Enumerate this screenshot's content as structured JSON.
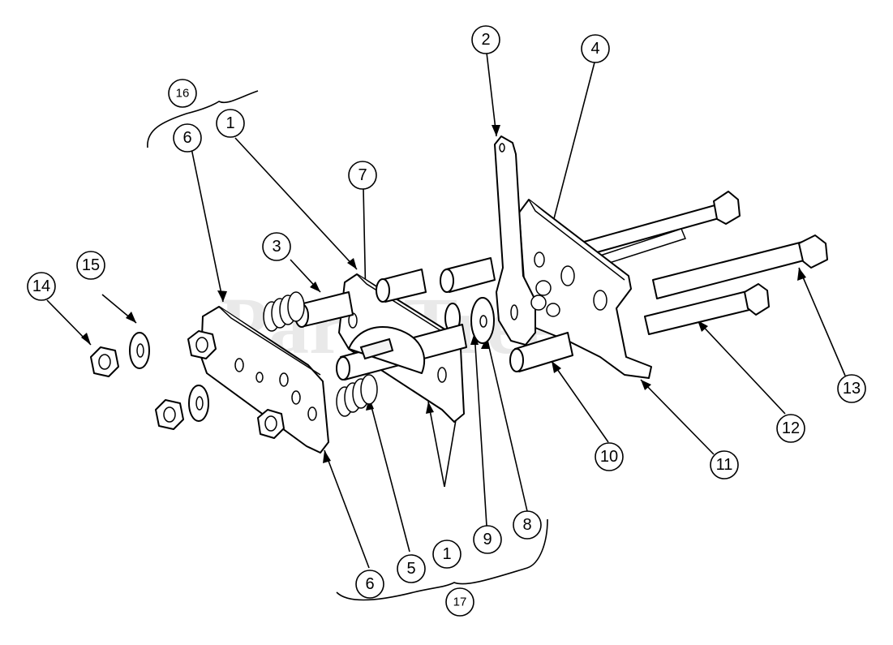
{
  "watermark": {
    "text": "PartsTree"
  },
  "callouts": [
    {
      "id": "c16",
      "label": "16",
      "small": true
    },
    {
      "id": "c6a",
      "label": "6"
    },
    {
      "id": "c1a",
      "label": "1"
    },
    {
      "id": "c2",
      "label": "2"
    },
    {
      "id": "c4",
      "label": "4"
    },
    {
      "id": "c7",
      "label": "7"
    },
    {
      "id": "c3",
      "label": "3"
    },
    {
      "id": "c15",
      "label": "15"
    },
    {
      "id": "c14",
      "label": "14"
    },
    {
      "id": "c13",
      "label": "13"
    },
    {
      "id": "c12",
      "label": "12"
    },
    {
      "id": "c11",
      "label": "11"
    },
    {
      "id": "c10",
      "label": "10"
    },
    {
      "id": "c8",
      "label": "8"
    },
    {
      "id": "c9",
      "label": "9"
    },
    {
      "id": "c1b",
      "label": "1"
    },
    {
      "id": "c5",
      "label": "5"
    },
    {
      "id": "c6b",
      "label": "6"
    },
    {
      "id": "c17",
      "label": "17",
      "small": true
    }
  ]
}
